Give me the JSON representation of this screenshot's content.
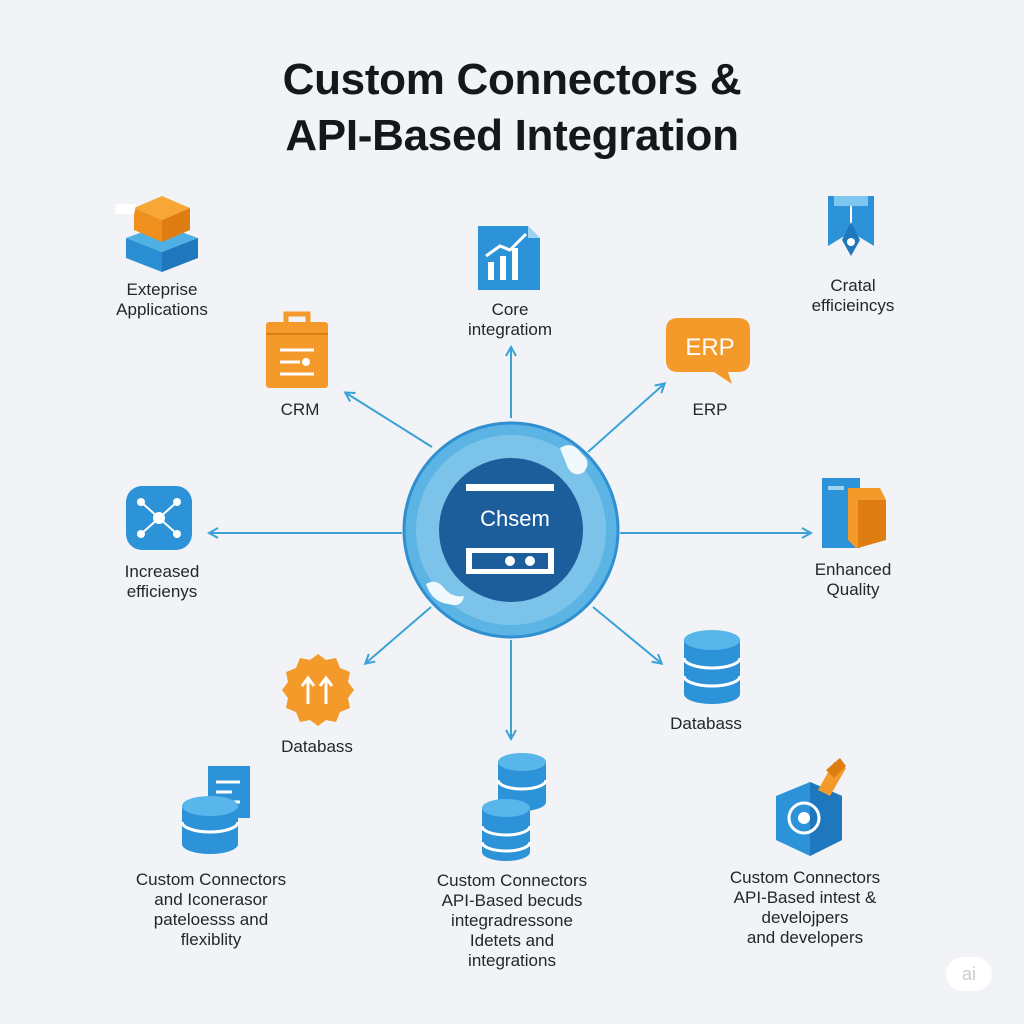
{
  "title": {
    "line1": "Custom Connectors &",
    "line2": "API-Based Integration"
  },
  "hub": {
    "label": "Chsem",
    "icon": "server-icon"
  },
  "nodes": {
    "enterprise": {
      "line1": "Exteprise",
      "line2": "Applications",
      "icon": "cube-stack-icon"
    },
    "core": {
      "line1": "Core",
      "line2": "integratiom",
      "icon": "chart-document-icon"
    },
    "crata": {
      "line1": "Cratal",
      "line2": "efficieincys",
      "icon": "banner-tag-icon"
    },
    "crm": {
      "line1": "CRM",
      "icon": "clipboard-icon"
    },
    "erp": {
      "line1": "ERP",
      "badge": "ERP",
      "icon": "speech-bubble-icon"
    },
    "increased": {
      "line1": "Increased",
      "line2": "efficienys",
      "icon": "network-nodes-icon"
    },
    "quality": {
      "line1": "Enhanced",
      "line2": "Quality",
      "icon": "documents-icon"
    },
    "database_left": {
      "line1": "Databass",
      "icon": "gear-arrows-icon"
    },
    "database_right": {
      "line1": "Databass",
      "icon": "database-icon"
    },
    "bottom_left": {
      "line1": "Custom Connectors",
      "line2": "and Iconerasor",
      "line3": "pateloesss and",
      "line4": "flexiblity",
      "icon": "database-panel-icon"
    },
    "bottom_center": {
      "line1": "Custom Connectors",
      "line2": "API-Based becuds",
      "line3": "integradressone",
      "line4": "Idetets and",
      "line5": "integrations",
      "icon": "database-stack-icon"
    },
    "bottom_right": {
      "line1": "Custom Connectors",
      "line2": "API-Based intest &",
      "line3": "develojpers",
      "line4": "and developers",
      "icon": "target-cube-icon"
    }
  },
  "watermark": "ai",
  "colors": {
    "blue": "#2e98d6",
    "dark_blue": "#14589a",
    "orange": "#f39a2b",
    "arrow": "#3aa2d6",
    "background": "#f1f3f6"
  }
}
